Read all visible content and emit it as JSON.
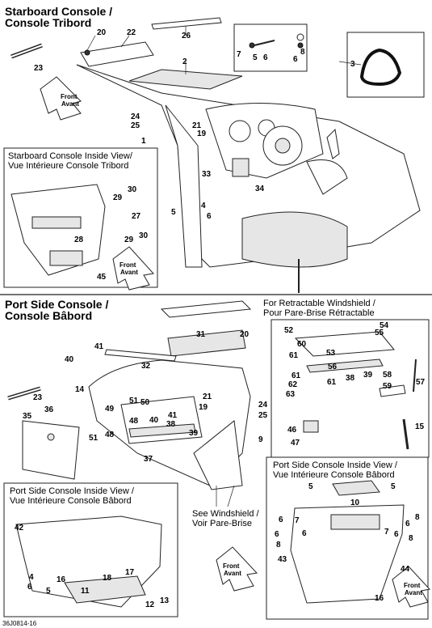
{
  "top_section": {
    "title_line1": "Starboard Console /",
    "title_line2": "Console Tribord",
    "inset_title_line1": "Starboard Console Inside View/",
    "inset_title_line2": "Vue Intérieure Console Tribord",
    "front_arrow_line1": "Front",
    "front_arrow_line2": "Avant"
  },
  "bottom_section": {
    "title_line1": "Port Side Console /",
    "title_line2": "Console Bâbord",
    "windshield_note_line1": "For Retractable Windshield /",
    "windshield_note_line2": "Pour Pare-Brise Rétractable",
    "inset_left_title_line1": "Port Side Console Inside View /",
    "inset_left_title_line2": "Vue Intérieure Console Bâbord",
    "inset_right_title_line1": "Port Side Console Inside View /",
    "inset_right_title_line2": "Vue Intérieure Console Bâbord",
    "see_windshield_line1": "See Windshield /",
    "see_windshield_line2": "Voir Pare-Brise",
    "front_arrow_line1": "Front",
    "front_arrow_line2": "Avant"
  },
  "footer_code": "36J0814-16",
  "callouts": {
    "n1": "1",
    "n2": "2",
    "n3": "3",
    "n4": "4",
    "n5": "5",
    "n6": "6",
    "n7": "7",
    "n8": "8",
    "n9": "9",
    "n10": "10",
    "n11": "11",
    "n12": "12",
    "n13": "13",
    "n14": "14",
    "n15": "15",
    "n16": "16",
    "n17": "17",
    "n18": "18",
    "n19": "19",
    "n20": "20",
    "n21": "21",
    "n22": "22",
    "n23": "23",
    "n24": "24",
    "n25": "25",
    "n26": "26",
    "n27": "27",
    "n28": "28",
    "n29": "29",
    "n30": "30",
    "n31": "31",
    "n32": "32",
    "n33": "33",
    "n34": "34",
    "n35": "35",
    "n36": "36",
    "n37": "37",
    "n38": "38",
    "n39": "39",
    "n40": "40",
    "n41": "41",
    "n42": "42",
    "n43": "43",
    "n44": "44",
    "n45": "45",
    "n46": "46",
    "n47": "47",
    "n48": "48",
    "n49": "49",
    "n50": "50",
    "n51": "51",
    "n52": "52",
    "n53": "53",
    "n54": "54",
    "n55": "55",
    "n56": "56",
    "n57": "57",
    "n58": "58",
    "n59": "59",
    "n60": "60",
    "n61": "61",
    "n62": "62",
    "n63": "63"
  }
}
